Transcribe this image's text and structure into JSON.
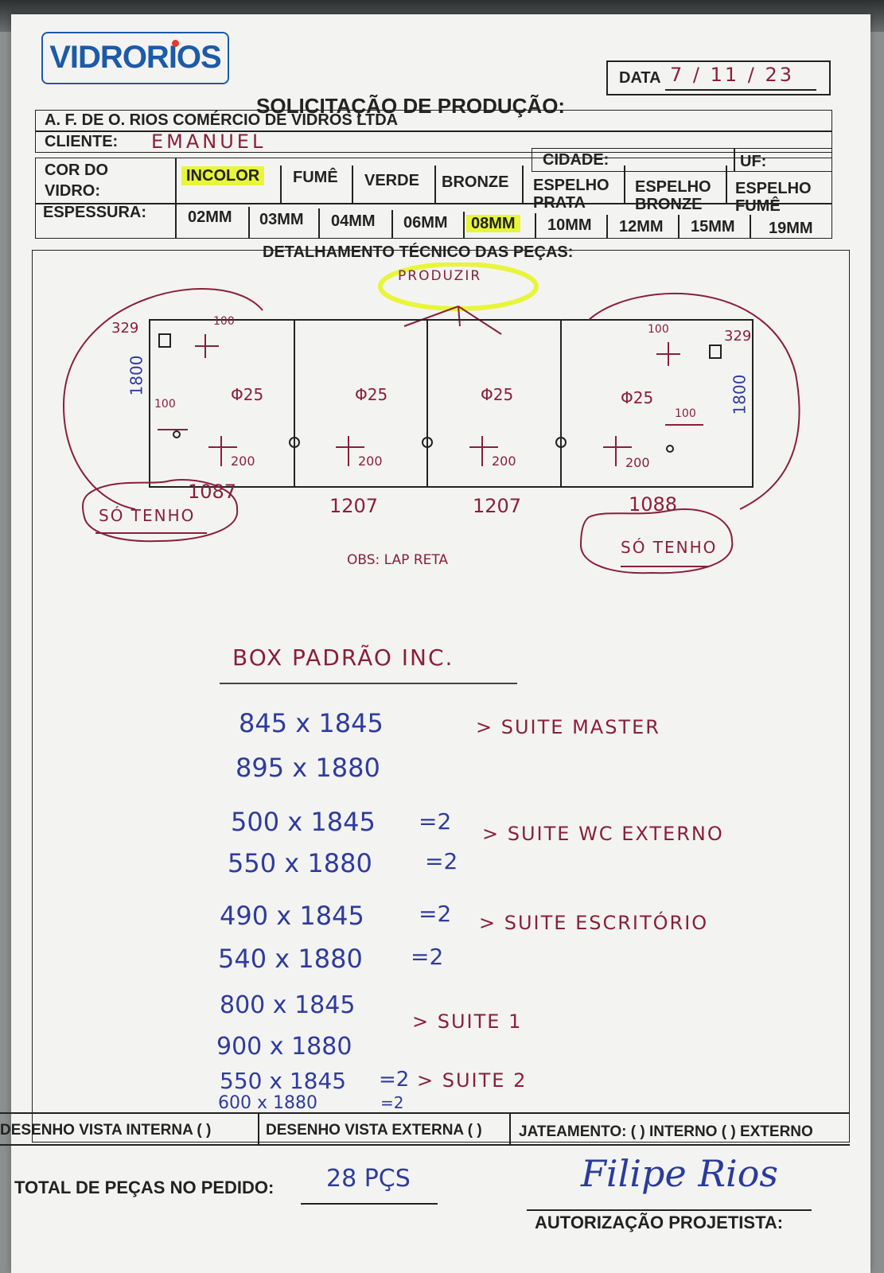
{
  "brand": {
    "logo_text": "VIDRORIOS"
  },
  "date": {
    "label": "DATA",
    "value": "7 / 11 / 23"
  },
  "form_title": "SOLICITAÇÃO DE PRODUÇÃO:",
  "company": "A. F. DE O. RIOS COMÉRCIO DE VIDROS LTDA",
  "client": {
    "label": "CLIENTE:",
    "value": "EMANUEL"
  },
  "city": {
    "label": "CIDADE:",
    "value": ""
  },
  "state": {
    "label": "UF:",
    "value": ""
  },
  "glass_color": {
    "label_line1": "COR DO",
    "label_line2": "VIDRO:",
    "options": [
      "INCOLOR",
      "FUMÊ",
      "VERDE",
      "BRONZE",
      "ESPELHO PRATA",
      "ESPELHO BRONZE",
      "ESPELHO FUMÊ"
    ],
    "selected": "INCOLOR"
  },
  "thickness": {
    "label": "ESPESSURA:",
    "options": [
      "02MM",
      "03MM",
      "04MM",
      "06MM",
      "08MM",
      "10MM",
      "12MM",
      "15MM",
      "19MM"
    ],
    "selected": "08MM"
  },
  "technical_detail": {
    "heading": "DETALHAMENTO TÉCNICO DAS PEÇAS:",
    "note_produce": "PRODUZIR",
    "panels": [
      {
        "width": "1087",
        "hole": "Φ25",
        "marks": [
          "329",
          "100",
          "100",
          "200"
        ],
        "height": "1800"
      },
      {
        "width": "1207",
        "hole": "Φ25",
        "marks": [
          "200"
        ]
      },
      {
        "width": "1207",
        "hole": "Φ25",
        "marks": [
          "200"
        ]
      },
      {
        "width": "1088",
        "hole": "Φ25",
        "marks": [
          "329",
          "100",
          "100",
          "200"
        ],
        "height": "1800"
      }
    ],
    "only_have_left": "SÓ TENHO",
    "only_have_right": "SÓ TENHO",
    "obs": "OBS: LAP RETA"
  },
  "list": {
    "heading": "BOX PADRÃO INC.",
    "rows": [
      {
        "size": "845 x 1845",
        "qty": ""
      },
      {
        "size": "895 x 1880",
        "qty": ""
      },
      {
        "size": "500 x 1845",
        "qty": "=2"
      },
      {
        "size": "550 x 1880",
        "qty": "=2"
      },
      {
        "size": "490 x 1845",
        "qty": "=2"
      },
      {
        "size": "540 x 1880",
        "qty": "=2"
      },
      {
        "size": "800 x 1845",
        "qty": ""
      },
      {
        "size": "900 x 1880",
        "qty": ""
      },
      {
        "size": "550 x 1845",
        "qty": "=2"
      },
      {
        "size": "600 x 1880",
        "qty": "=2"
      }
    ],
    "groups": [
      "> SUITE MASTER",
      "> SUITE WC EXTERNO",
      "> SUITE ESCRITÓRIO",
      "> SUITE 1",
      "> SUITE 2"
    ]
  },
  "footer": {
    "internal_view": "DESENHO VISTA INTERNA (  )",
    "external_view": "DESENHO VISTA EXTERNA (  )",
    "sandblast": "JATEAMENTO: (  ) INTERNO (  ) EXTERNO",
    "total_label": "TOTAL DE PEÇAS NO PEDIDO:",
    "total_value": "28 PÇS",
    "signature": "Filipe Rios",
    "auth_label": "AUTORIZAÇÃO PROJETISTA:"
  },
  "colors": {
    "highlight": "#e8f53b",
    "ink_blue": "#2f3b9e",
    "ink_red": "#8a1f3a",
    "brand": "#1d5aa8"
  }
}
